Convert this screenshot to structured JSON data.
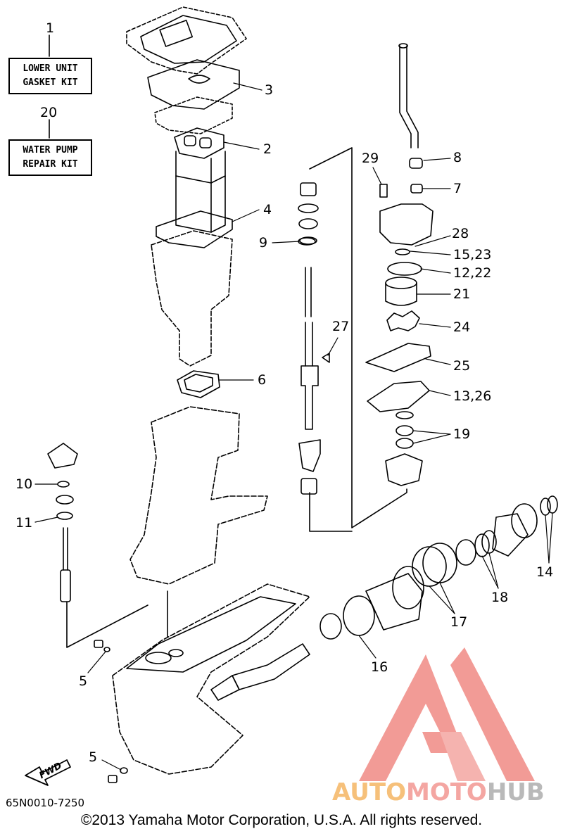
{
  "kits": {
    "lower_unit": {
      "number": "1",
      "line1": "LOWER UNIT",
      "line2": "GASKET KIT"
    },
    "water_pump": {
      "number": "20",
      "line1": "WATER PUMP",
      "line2": "REPAIR KIT"
    }
  },
  "callouts": {
    "c3": "3",
    "c2": "2",
    "c4": "4",
    "c6": "6",
    "c9": "9",
    "c29": "29",
    "c8": "8",
    "c7": "7",
    "c28": "28",
    "c15_23": "15,23",
    "c12_22": "12,22",
    "c21": "21",
    "c24": "24",
    "c27": "27",
    "c25": "25",
    "c13_26": "13,26",
    "c19": "19",
    "c10": "10",
    "c11": "11",
    "c14": "14",
    "c18": "18",
    "c17": "17",
    "c16": "16",
    "c5a": "5",
    "c5b": "5"
  },
  "fwd_label": "FWD",
  "doc_code": "65N0010-7250",
  "copyright": "©2013 Yamaha Motor Corporation, U.S.A. All rights reserved.",
  "watermark": {
    "part1": "AUTO",
    "part2": "MOTO",
    "part3": "HUB",
    "color_red": "#f08a84",
    "color_orange": "#f6c07a",
    "color_gray": "#b9b9b9"
  }
}
